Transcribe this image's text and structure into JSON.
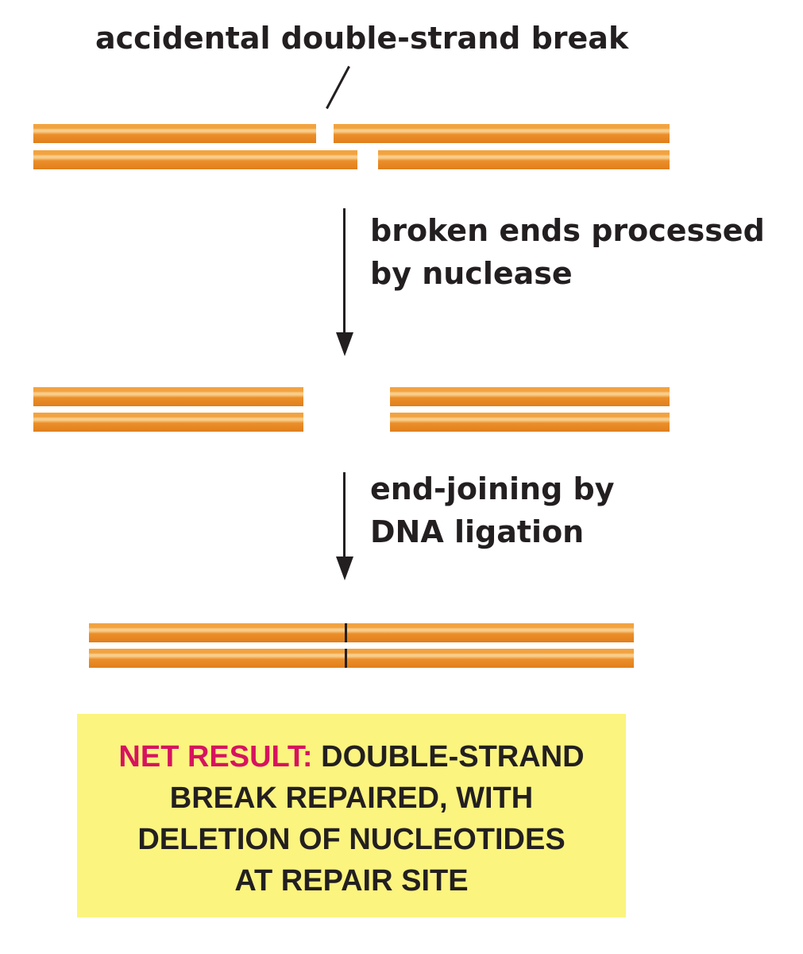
{
  "labels": {
    "break": "accidental double-strand break",
    "step1_line1": "broken ends processed",
    "step1_line2": "by nuclease",
    "step2_line1": "end-joining by",
    "step2_line2": "DNA ligation"
  },
  "result": {
    "heading": "NET RESULT:",
    "line1": "DOUBLE-STRAND",
    "line2": "BREAK REPAIRED, WITH",
    "line3": "DELETION OF NUCLEOTIDES",
    "line4": "AT REPAIR SITE"
  },
  "colors": {
    "strand": "#ee9530",
    "strand_highlight": "#f8cd8a",
    "highlight_box": "#fbf47f",
    "accent_text": "#d6135f",
    "text": "#231f20"
  }
}
